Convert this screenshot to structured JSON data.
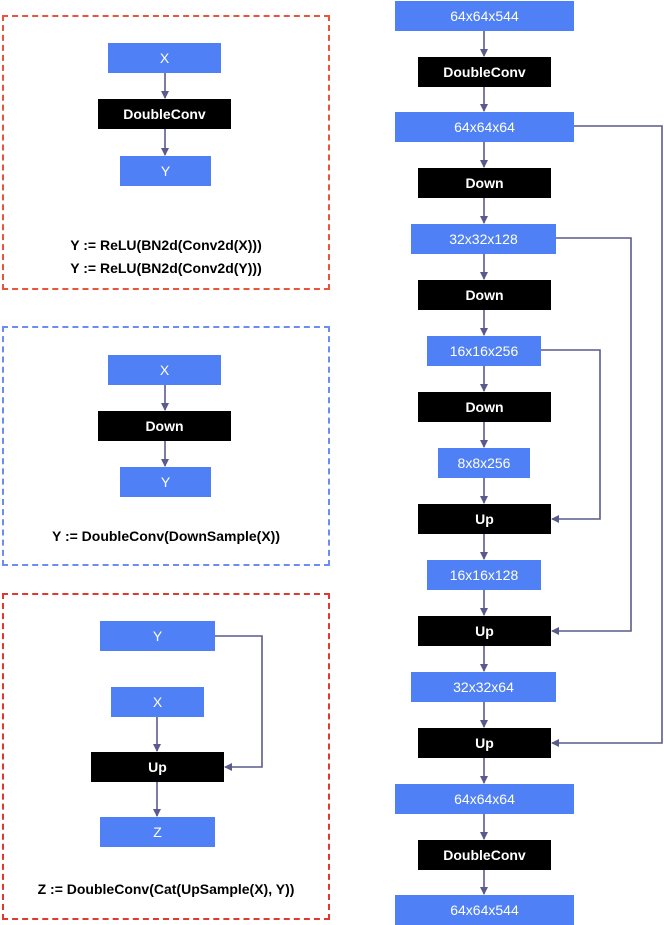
{
  "colors": {
    "tensor_box": "#4f80f6",
    "op_box": "#000000",
    "arrow": "#5a5a8c",
    "panel_doubleconv_border": "#e8553a",
    "panel_down_border": "#6b8cf0",
    "panel_up_border": "#e03a2e"
  },
  "legend": {
    "doubleconv": {
      "input": "X",
      "op": "DoubleConv",
      "output": "Y",
      "formula_line1": "Y := ReLU(BN2d(Conv2d(X)))",
      "formula_line2": "Y := ReLU(BN2d(Conv2d(Y)))"
    },
    "down": {
      "input": "X",
      "op": "Down",
      "output": "Y",
      "formula": "Y := DoubleConv(DownSample(X))"
    },
    "up": {
      "skip": "Y",
      "input": "X",
      "op": "Up",
      "output": "Z",
      "formula": "Z := DoubleConv(Cat(UpSample(X), Y))"
    }
  },
  "network": {
    "input": "64x64x544",
    "inc": "DoubleConv",
    "enc1": "64x64x64",
    "down1": "Down",
    "enc2": "32x32x128",
    "down2": "Down",
    "enc3": "16x16x256",
    "down3": "Down",
    "bottleneck": "8x8x256",
    "up1": "Up",
    "dec1": "16x16x128",
    "up2": "Up",
    "dec2": "32x32x64",
    "up3": "Up",
    "dec3": "64x64x64",
    "outc": "DoubleConv",
    "output": "64x64x544"
  }
}
